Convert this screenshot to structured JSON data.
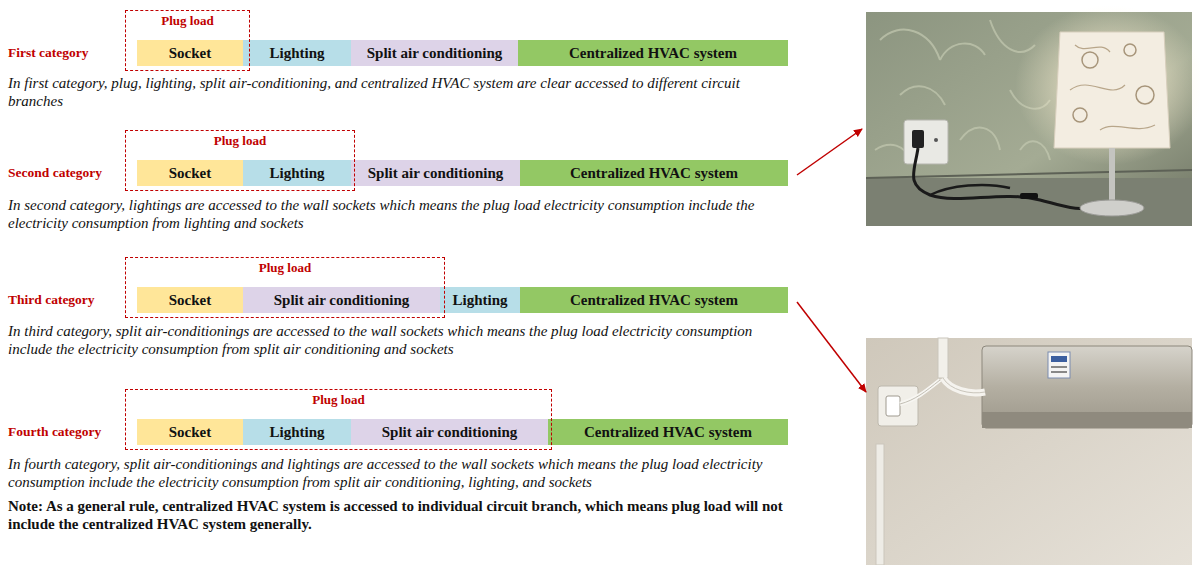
{
  "diagram": {
    "nodes": [
      {
        "text": [
          "Plug load"
        ]
      },
      {
        "text": [
          "Socket"
        ],
        "in": 0
      },
      {
        "text": [
          "Lighting"
        ]
      },
      {
        "text": [
          "Split air conditioning"
        ]
      },
      {
        "text": [
          "Centralized HVAC system"
        ]
      },
      {
        "text": [
          "Plug load"
        ]
      },
      {
        "text": [
          "Socket"
        ],
        "in": 5
      },
      {
        "text": [
          "Lighting"
        ],
        "in": 5
      },
      {
        "text": [
          "Split air conditioning"
        ]
      },
      {
        "text": [
          "Centralized HVAC system"
        ]
      },
      {
        "text": [
          "Plug load"
        ]
      },
      {
        "text": [
          "Socket"
        ],
        "in": 10
      },
      {
        "text": [
          "Split air conditioning"
        ],
        "in": 10
      },
      {
        "text": [
          "Lighting"
        ]
      },
      {
        "text": [
          "Centralized HVAC system"
        ]
      },
      {
        "text": [
          "Plug load"
        ]
      },
      {
        "text": [
          "Socket"
        ],
        "in": 15
      },
      {
        "text": [
          "Lighting"
        ],
        "in": 15
      },
      {
        "text": [
          "Split air conditioning"
        ],
        "in": 15
      },
      {
        "text": [
          "Centralized HVAC system"
        ]
      }
    ],
    "labels": [
      "First category",
      "In first category, plug, lighting, split air-conditioning, and centralized HVAC system are clear accessed to different circuit branches",
      "Second category",
      "In second category, lightings are accessed to the wall sockets which means the plug load electricity consumption include the electricity consumption from lighting and sockets",
      "Third category",
      "In third category, split air-conditionings are accessed to the wall sockets which means the plug load electricity consumption include the electricity consumption from split air conditioning and sockets",
      "Fourth category",
      "In fourth category, split air-conditionings and lightings are accessed to the wall sockets which means the plug load electricity consumption include the electricity consumption from split air conditioning, lighting, and sockets",
      "Note: As a general rule, centralized HVAC system is accessed to individual circuit branch, which means plug load will not include the centralized HVAC system generally."
    ]
  }
}
